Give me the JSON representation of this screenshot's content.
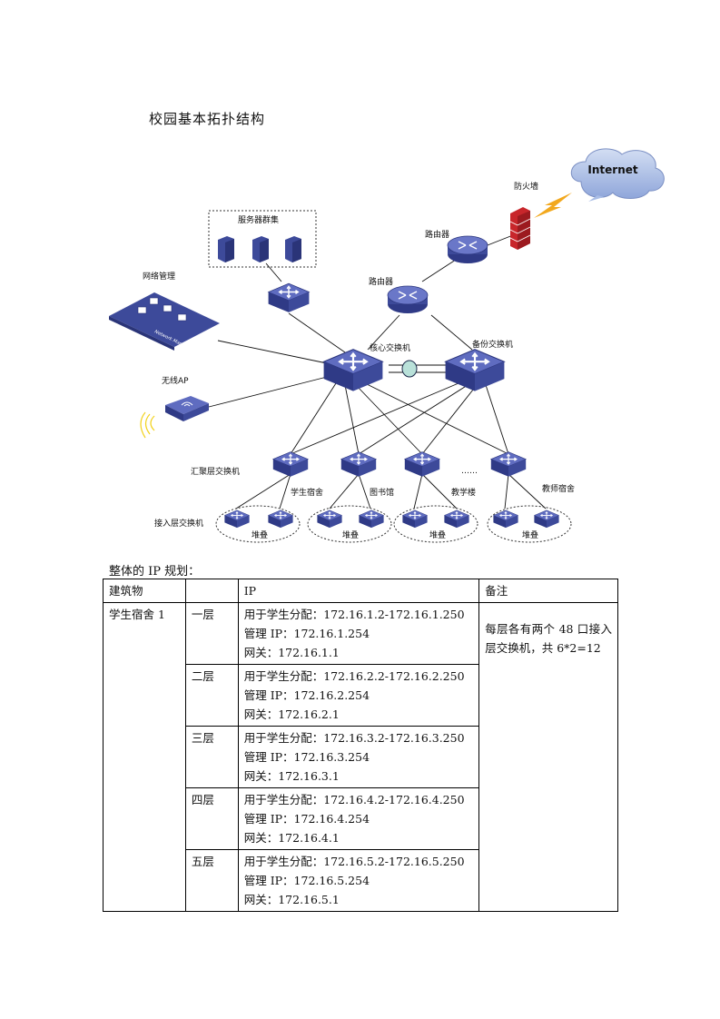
{
  "title": "校园基本拓扑结构",
  "diagram": {
    "internet": "Internet",
    "firewall": "防火墙",
    "router_top": "路由器",
    "router_mid": "路由器",
    "server_cluster": "服务器群集",
    "network_mgmt": "网络管理",
    "network_mgmt_plate": "Network Management",
    "core_switch": "核心交换机",
    "backup_switch": "备份交换机",
    "wireless_ap": "无线AP",
    "aggregation_label": "汇聚层交换机",
    "access_label": "接入层交换机",
    "ellipsis": "……",
    "buildings": [
      "学生宿舍",
      "图书馆",
      "教学楼",
      "教师宿舍"
    ],
    "stack_label": "堆叠"
  },
  "ip_plan": {
    "heading": "整体的 IP 规划：",
    "headers": [
      "建筑物",
      "",
      "IP",
      "备注"
    ],
    "building": "学生宿舍 1",
    "note": "每层各有两个 48 口接入层交换机，共 6*2=12",
    "floors": [
      {
        "floor": "一层",
        "alloc": "用于学生分配：172.16.1.2-172.16.1.250",
        "mgmt": "管理 IP：172.16.1.254",
        "gw": "网关：172.16.1.1"
      },
      {
        "floor": "二层",
        "alloc": "用于学生分配：172.16.2.2-172.16.2.250",
        "mgmt": "管理 IP：172.16.2.254",
        "gw": "网关：172.16.2.1"
      },
      {
        "floor": "三层",
        "alloc": "用于学生分配：172.16.3.2-172.16.3.250",
        "mgmt": "管理 IP：172.16.3.254",
        "gw": "网关：172.16.3.1"
      },
      {
        "floor": "四层",
        "alloc": "用于学生分配：172.16.4.2-172.16.4.250",
        "mgmt": "管理 IP：172.16.4.254",
        "gw": "网关：172.16.4.1"
      },
      {
        "floor": "五层",
        "alloc": "用于学生分配：172.16.5.2-172.16.5.250",
        "mgmt": "管理 IP：172.16.5.254",
        "gw": "网关：172.16.5.1"
      }
    ]
  },
  "colors": {
    "device": "#3d4a9a",
    "device_top": "#5f6cc0",
    "cloud": "#a9bde6",
    "firewall": "#c8262b",
    "bolt": "#f2a81d",
    "link": "#111111"
  }
}
